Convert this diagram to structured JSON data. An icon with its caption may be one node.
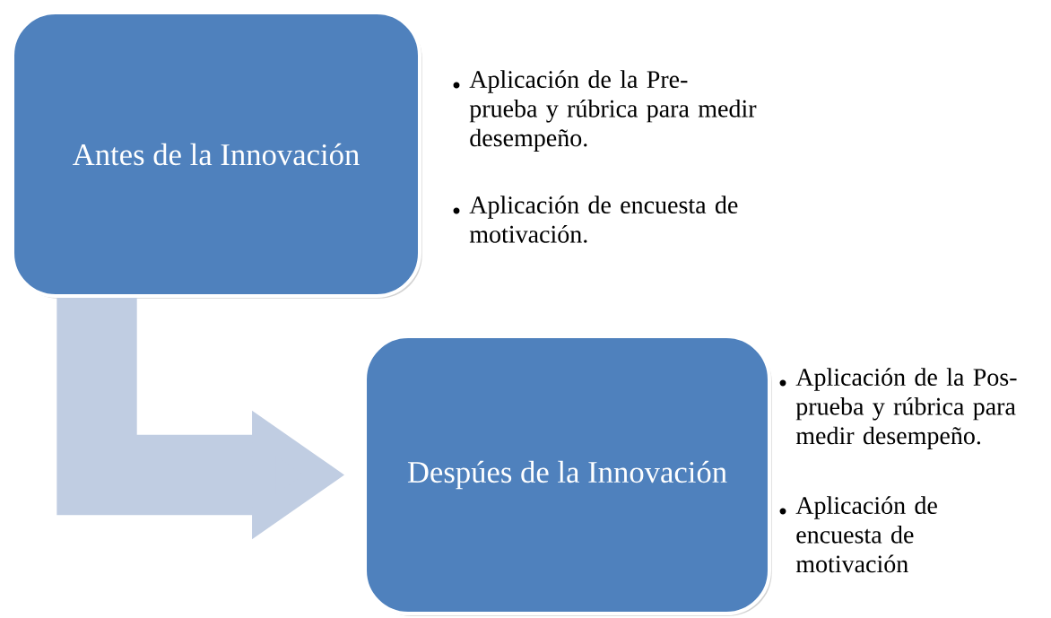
{
  "diagram": {
    "nodes": [
      {
        "text": [
          "Antes de la Innovación"
        ],
        "beside": [
          "Aplicación de la Pre-prueba y rúbrica para medir desempeño.",
          "Aplicación de encuesta de motivación."
        ]
      },
      {
        "text": [
          "Despúes de la Innovación"
        ],
        "beside": [
          "Aplicación de la Pos-prueba y rúbrica para medir desempeño.",
          "Aplicación de encuesta de motivación"
        ]
      }
    ],
    "edges": [
      {
        "from": 0,
        "to": 1,
        "arrow": "to"
      }
    ]
  }
}
